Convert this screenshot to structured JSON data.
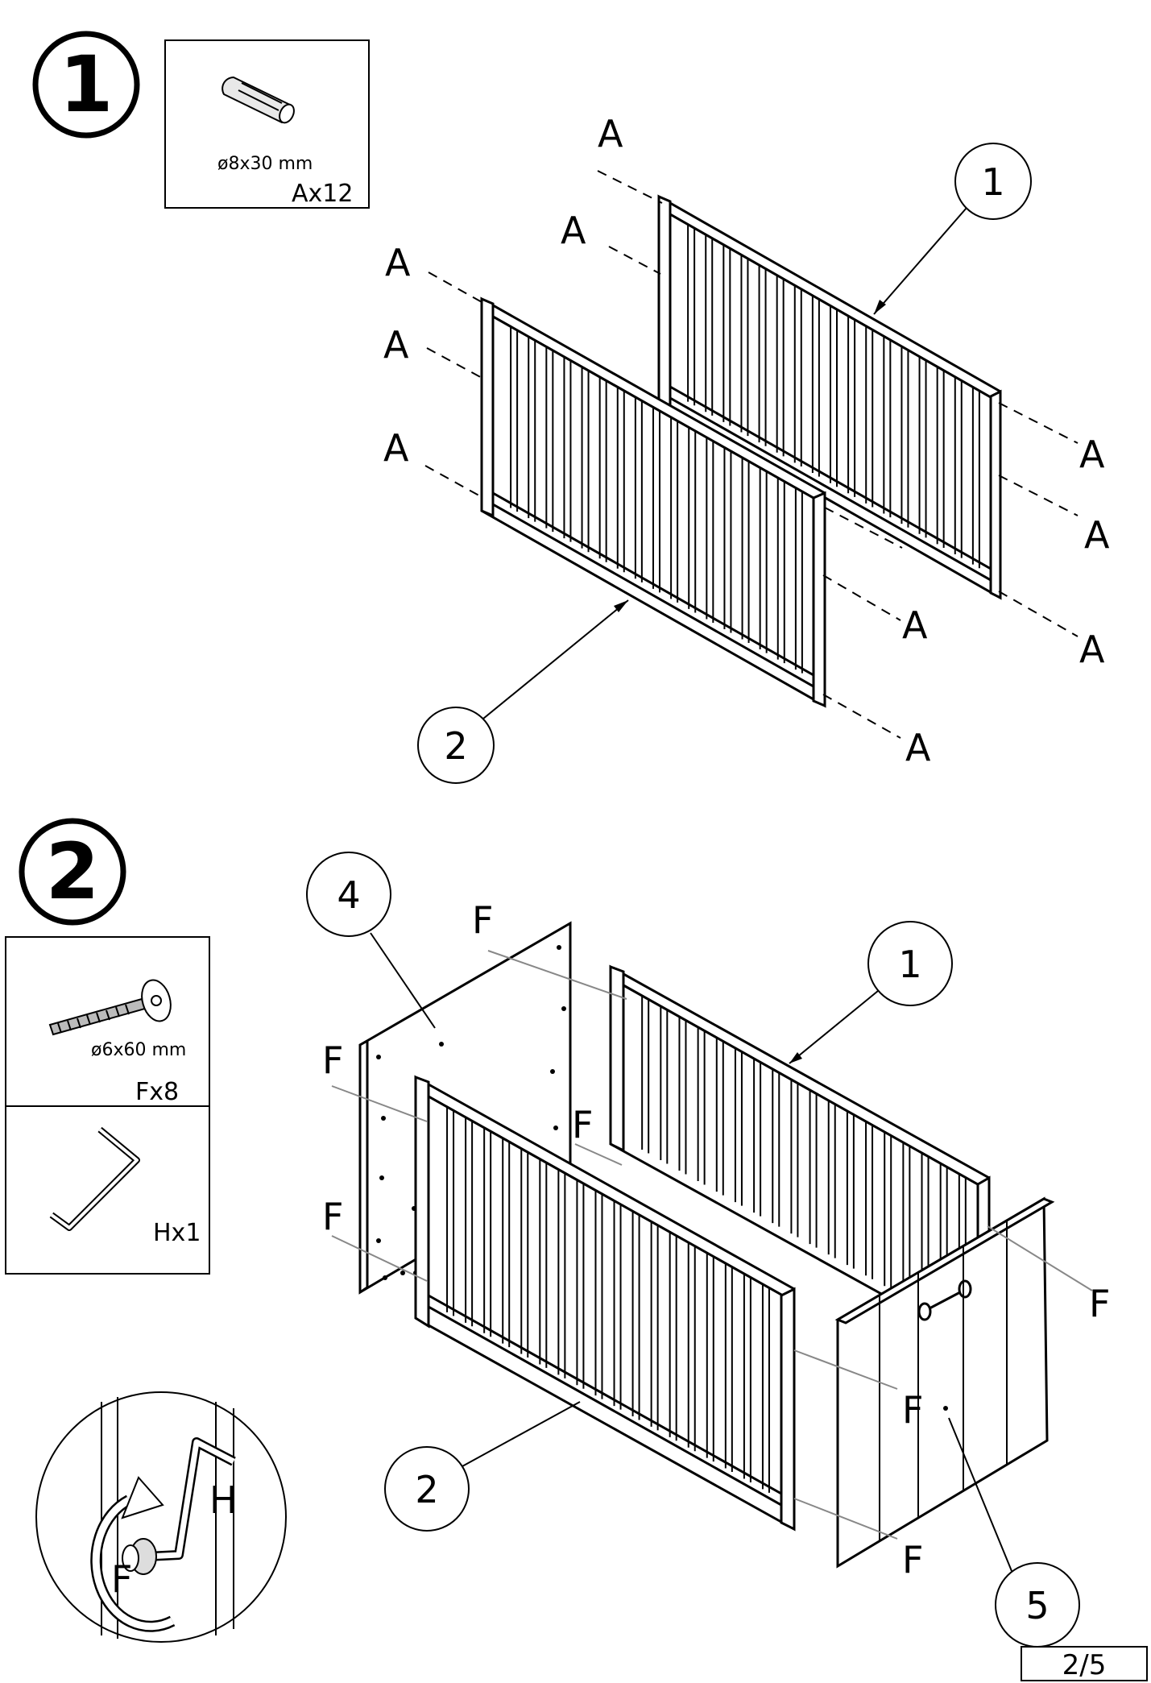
{
  "step1": {
    "number": "1",
    "hardware": {
      "size": "ø8x30 mm",
      "qty": "Ax12"
    },
    "part_callouts": [
      "1",
      "2"
    ],
    "hardware_letter": "A"
  },
  "step2": {
    "number": "2",
    "hardware": [
      {
        "size": "ø6x60 mm",
        "qty": "Fx8"
      },
      {
        "size": "",
        "qty": "Hx1"
      }
    ],
    "part_callouts": [
      "4",
      "1",
      "2",
      "5"
    ],
    "hardware_letter": "F",
    "detail_labels": {
      "tool": "H",
      "bolt": "F"
    }
  },
  "page_number": "2/5"
}
